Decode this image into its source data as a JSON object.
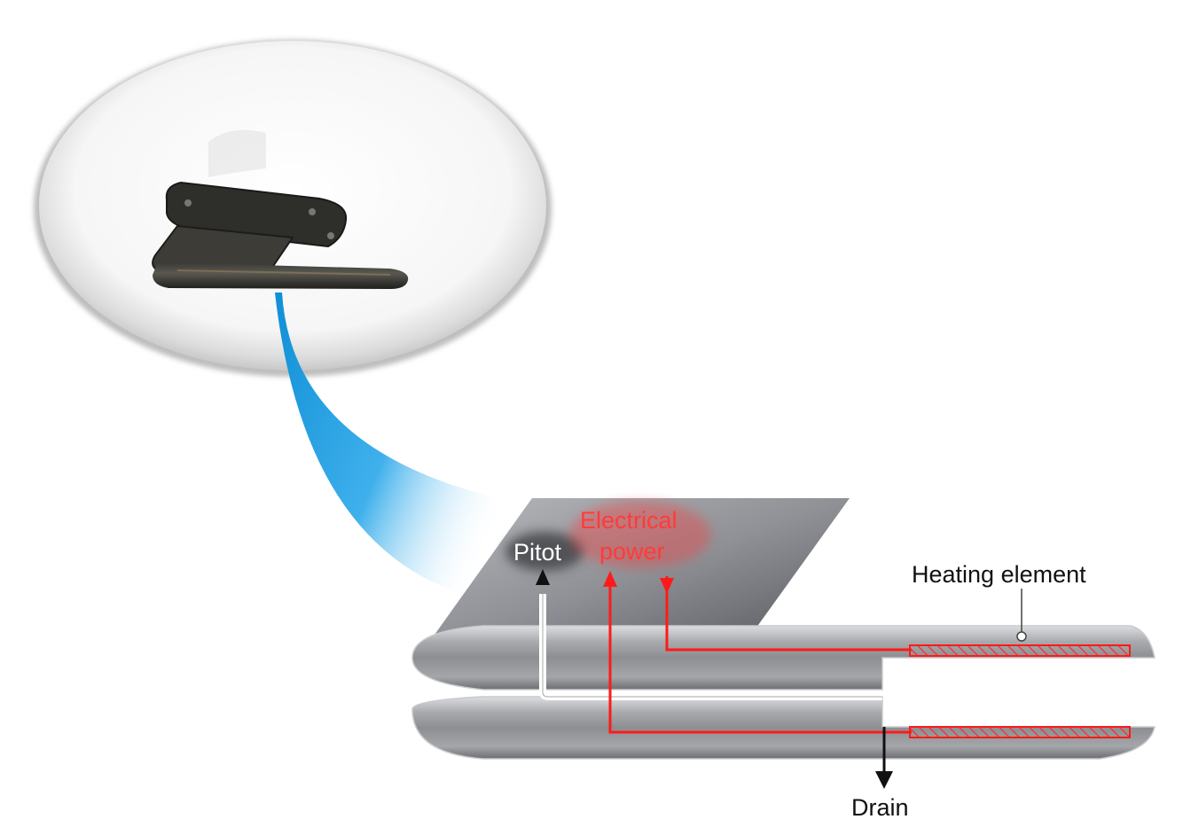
{
  "diagram": {
    "labels": {
      "pitot": "Pitot",
      "electrical_line1": "Electrical",
      "electrical_line2": "power",
      "heating_element": "Heating element",
      "drain": "Drain"
    },
    "colors": {
      "background": "#ffffff",
      "probe_gray": "#9a9ca0",
      "mast_dark": "#5f6166",
      "wire_red": "#ff1a1a",
      "connector_blue": "#1aa0e6",
      "pitot_arrow": "#111111",
      "drain_arrow": "#111111"
    }
  }
}
